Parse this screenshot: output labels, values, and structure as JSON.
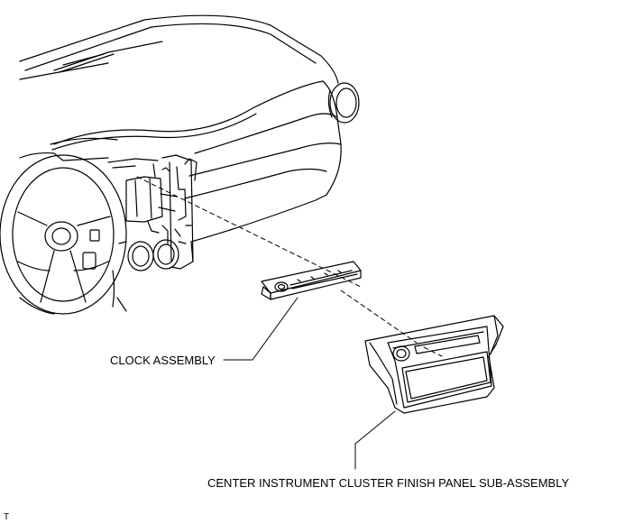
{
  "labels": {
    "clock_assembly": "CLOCK ASSEMBLY",
    "center_panel": "CENTER INSTRUMENT CLUSTER FINISH PANEL SUB-ASSEMBLY",
    "corner_mark": "T"
  },
  "colors": {
    "line": "#000000",
    "background": "#ffffff"
  }
}
